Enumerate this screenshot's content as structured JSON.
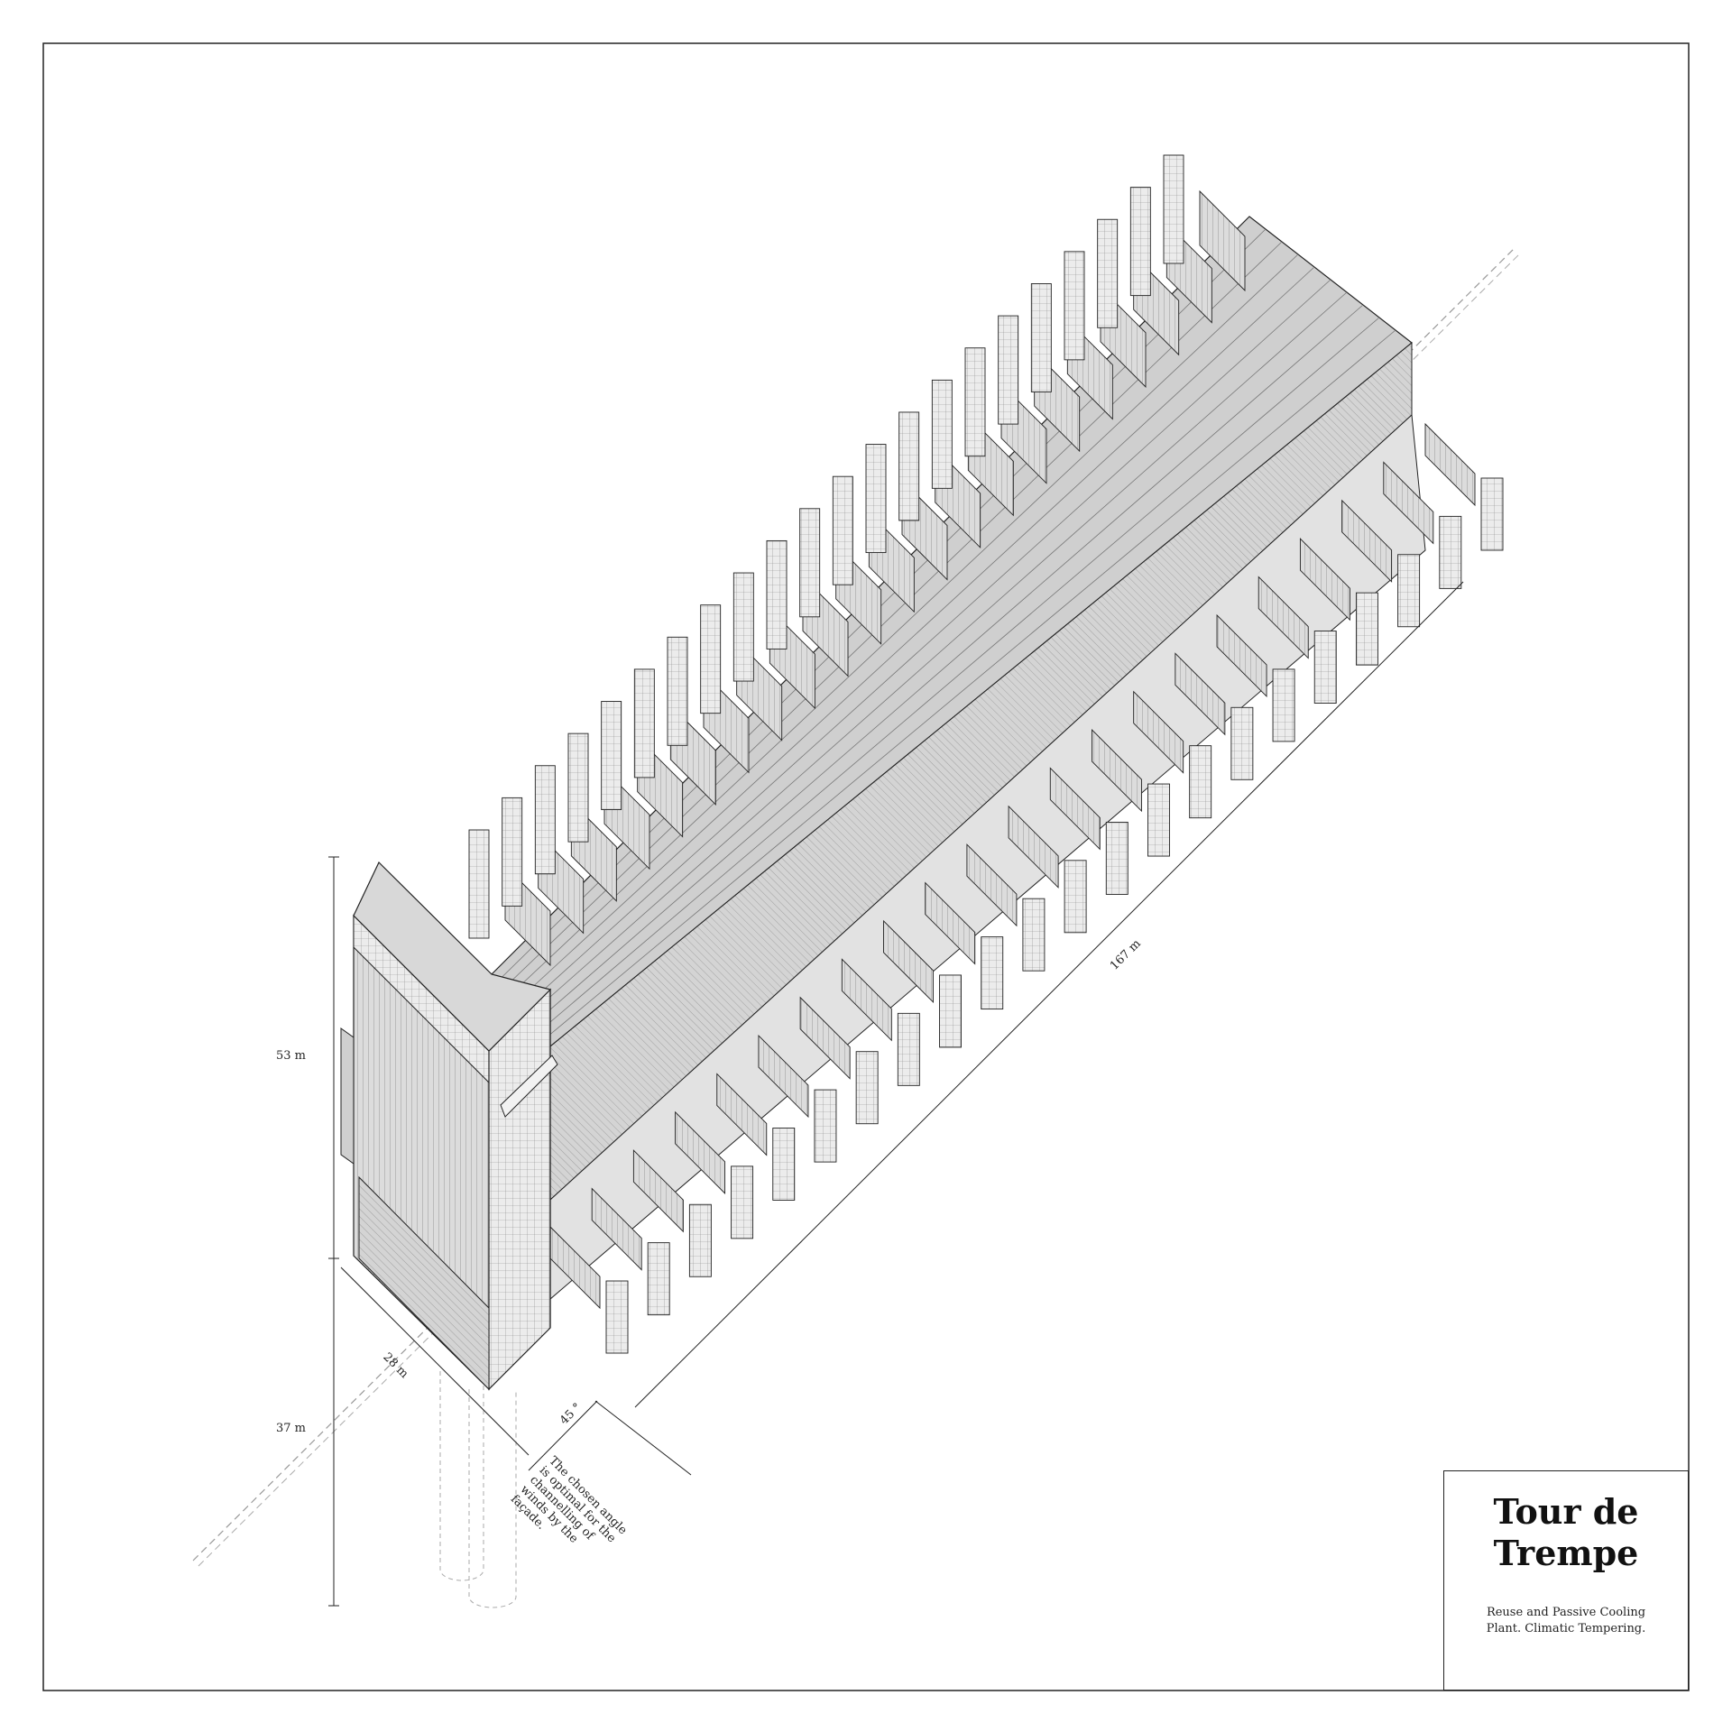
{
  "title": "Tour de Trempe",
  "subtitle": "Reuse and Passive Cooling Plant. Climatic Tempering.",
  "dimensions": {
    "height_upper": "53 m",
    "height_lower": "37 m",
    "width": "28 m",
    "length": "167 m",
    "angle": "45 °"
  },
  "annotation": "The chosen angle is optimal for the channelling of winds by the façade.",
  "colors": {
    "line": "#222222",
    "fill_light": "#e6e6e6",
    "fill_mid": "#c8c8c8",
    "fill_dark": "#a8a8a8"
  }
}
